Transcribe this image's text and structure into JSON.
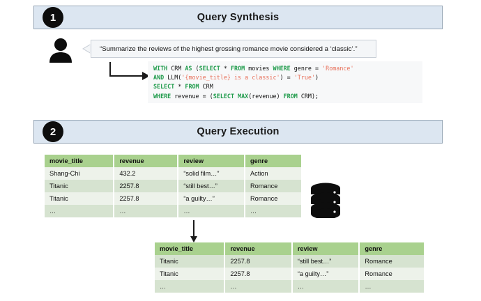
{
  "sections": [
    {
      "number": "1",
      "title": "Query Synthesis"
    },
    {
      "number": "2",
      "title": "Query Execution"
    }
  ],
  "prompt": {
    "icon": "person-icon",
    "text": "“Summarize the reviews of the highest grossing romance movie considered a ‘classic’.”"
  },
  "code": {
    "language": "sql",
    "lines": [
      [
        {
          "t": "WITH",
          "c": "kw"
        },
        {
          "t": " CRM ",
          "c": "id"
        },
        {
          "t": "AS",
          "c": "kw"
        },
        {
          "t": " (",
          "c": "op"
        },
        {
          "t": "SELECT",
          "c": "kw"
        },
        {
          "t": " * ",
          "c": "op"
        },
        {
          "t": "FROM",
          "c": "kw"
        },
        {
          "t": " movies ",
          "c": "id"
        },
        {
          "t": "WHERE",
          "c": "kw"
        },
        {
          "t": " genre = ",
          "c": "id"
        },
        {
          "t": "'Romance'",
          "c": "str"
        }
      ],
      [
        {
          "t": "AND",
          "c": "kw"
        },
        {
          "t": " LLM(",
          "c": "id"
        },
        {
          "t": "'{movie_title} is a classic'",
          "c": "str"
        },
        {
          "t": ") = ",
          "c": "id"
        },
        {
          "t": "'True'",
          "c": "str"
        },
        {
          "t": ")",
          "c": "id"
        }
      ],
      [
        {
          "t": "SELECT",
          "c": "kw"
        },
        {
          "t": " * ",
          "c": "op"
        },
        {
          "t": "FROM",
          "c": "kw"
        },
        {
          "t": " CRM",
          "c": "id"
        }
      ],
      [
        {
          "t": "WHERE",
          "c": "kw"
        },
        {
          "t": " revenue = (",
          "c": "id"
        },
        {
          "t": "SELECT",
          "c": "kw"
        },
        {
          "t": " ",
          "c": "id"
        },
        {
          "t": "MAX",
          "c": "kw"
        },
        {
          "t": "(revenue) ",
          "c": "id"
        },
        {
          "t": "FROM",
          "c": "kw"
        },
        {
          "t": " CRM);",
          "c": "id"
        }
      ]
    ]
  },
  "tables": {
    "upper": {
      "name": "source-table",
      "columns": [
        "movie_title",
        "revenue",
        "review",
        "genre"
      ],
      "rows": [
        [
          "Shang-Chi",
          "432.2",
          "“solid film…”",
          "Action"
        ],
        [
          "Titanic",
          "2257.8",
          "“still best…”",
          "Romance"
        ],
        [
          "Titanic",
          "2257.8",
          "“a guilty…”",
          "Romance"
        ],
        [
          "…",
          "…",
          "…",
          "…"
        ]
      ],
      "row_bands": [
        "band-b",
        "band-a",
        "band-b",
        "band-a"
      ]
    },
    "lower": {
      "name": "result-table",
      "columns": [
        "movie_title",
        "revenue",
        "review",
        "genre"
      ],
      "rows": [
        [
          "Titanic",
          "2257.8",
          "“still best…”",
          "Romance"
        ],
        [
          "Titanic",
          "2257.8",
          "“a guilty…”",
          "Romance"
        ],
        [
          "…",
          "…",
          "…",
          "…"
        ]
      ],
      "row_bands": [
        "band-a",
        "band-b",
        "band-a"
      ]
    }
  },
  "icons": {
    "database": "database-icon",
    "person": "person-icon",
    "elbow_arrow": "elbow-arrow-icon",
    "down_arrow": "down-arrow-icon"
  },
  "colors": {
    "section_bar": "#dce6f1",
    "section_border": "#95a5b5",
    "table_header": "#a9d18e",
    "table_band": "#d6e3d0",
    "sql_keyword": "#1f9b4b",
    "sql_string": "#e8705a",
    "code_background": "#f7f8f9"
  }
}
